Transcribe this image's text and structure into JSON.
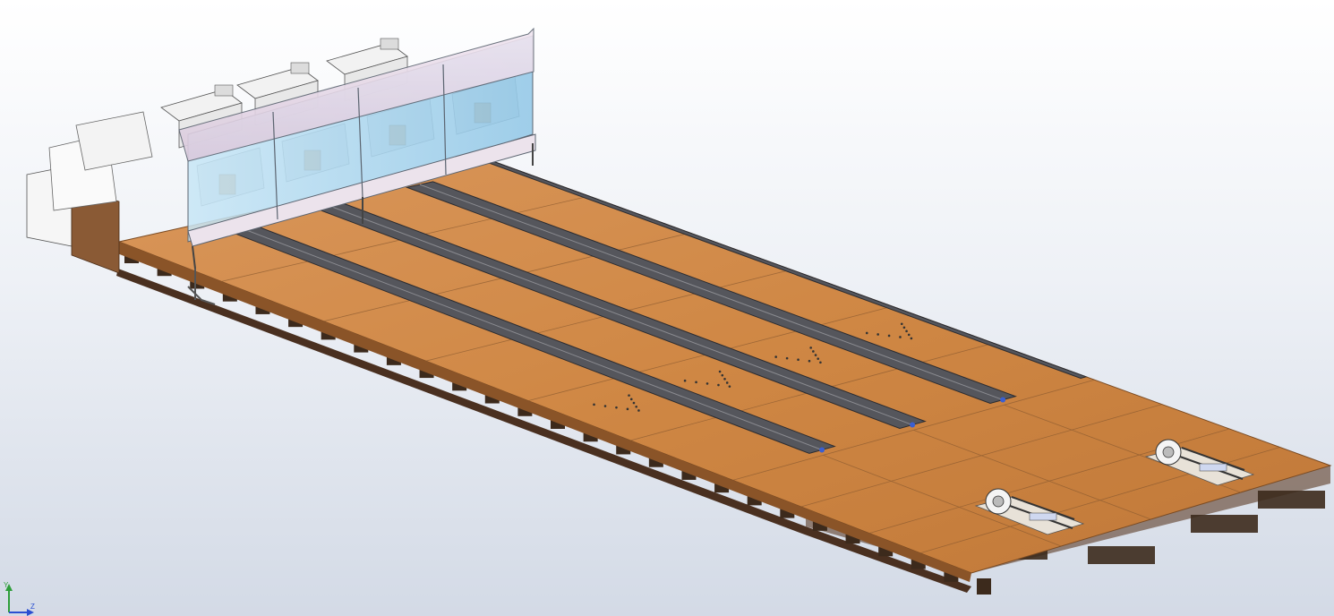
{
  "viewport": {
    "background_top": "#ffffff",
    "background_bottom": "#d3dae6"
  },
  "model": {
    "lane_count": 4,
    "gutter_count": 3,
    "pinsetter_count": 4,
    "ball_return_units": 2,
    "colors": {
      "wood_light": "#d58d4c",
      "wood_dark": "#b16a30",
      "gutter": "#55565c",
      "frame": "#4a3020",
      "glass": "#a9d6ee",
      "masking_panel": "#e6dbe8",
      "machine": "#f2f2f2",
      "support_leg": "#3c2a1c"
    }
  },
  "triad": {
    "y_label": "Y",
    "z_label": "Z",
    "y_color": "#2e9e3a",
    "z_color": "#2b4fd1"
  }
}
